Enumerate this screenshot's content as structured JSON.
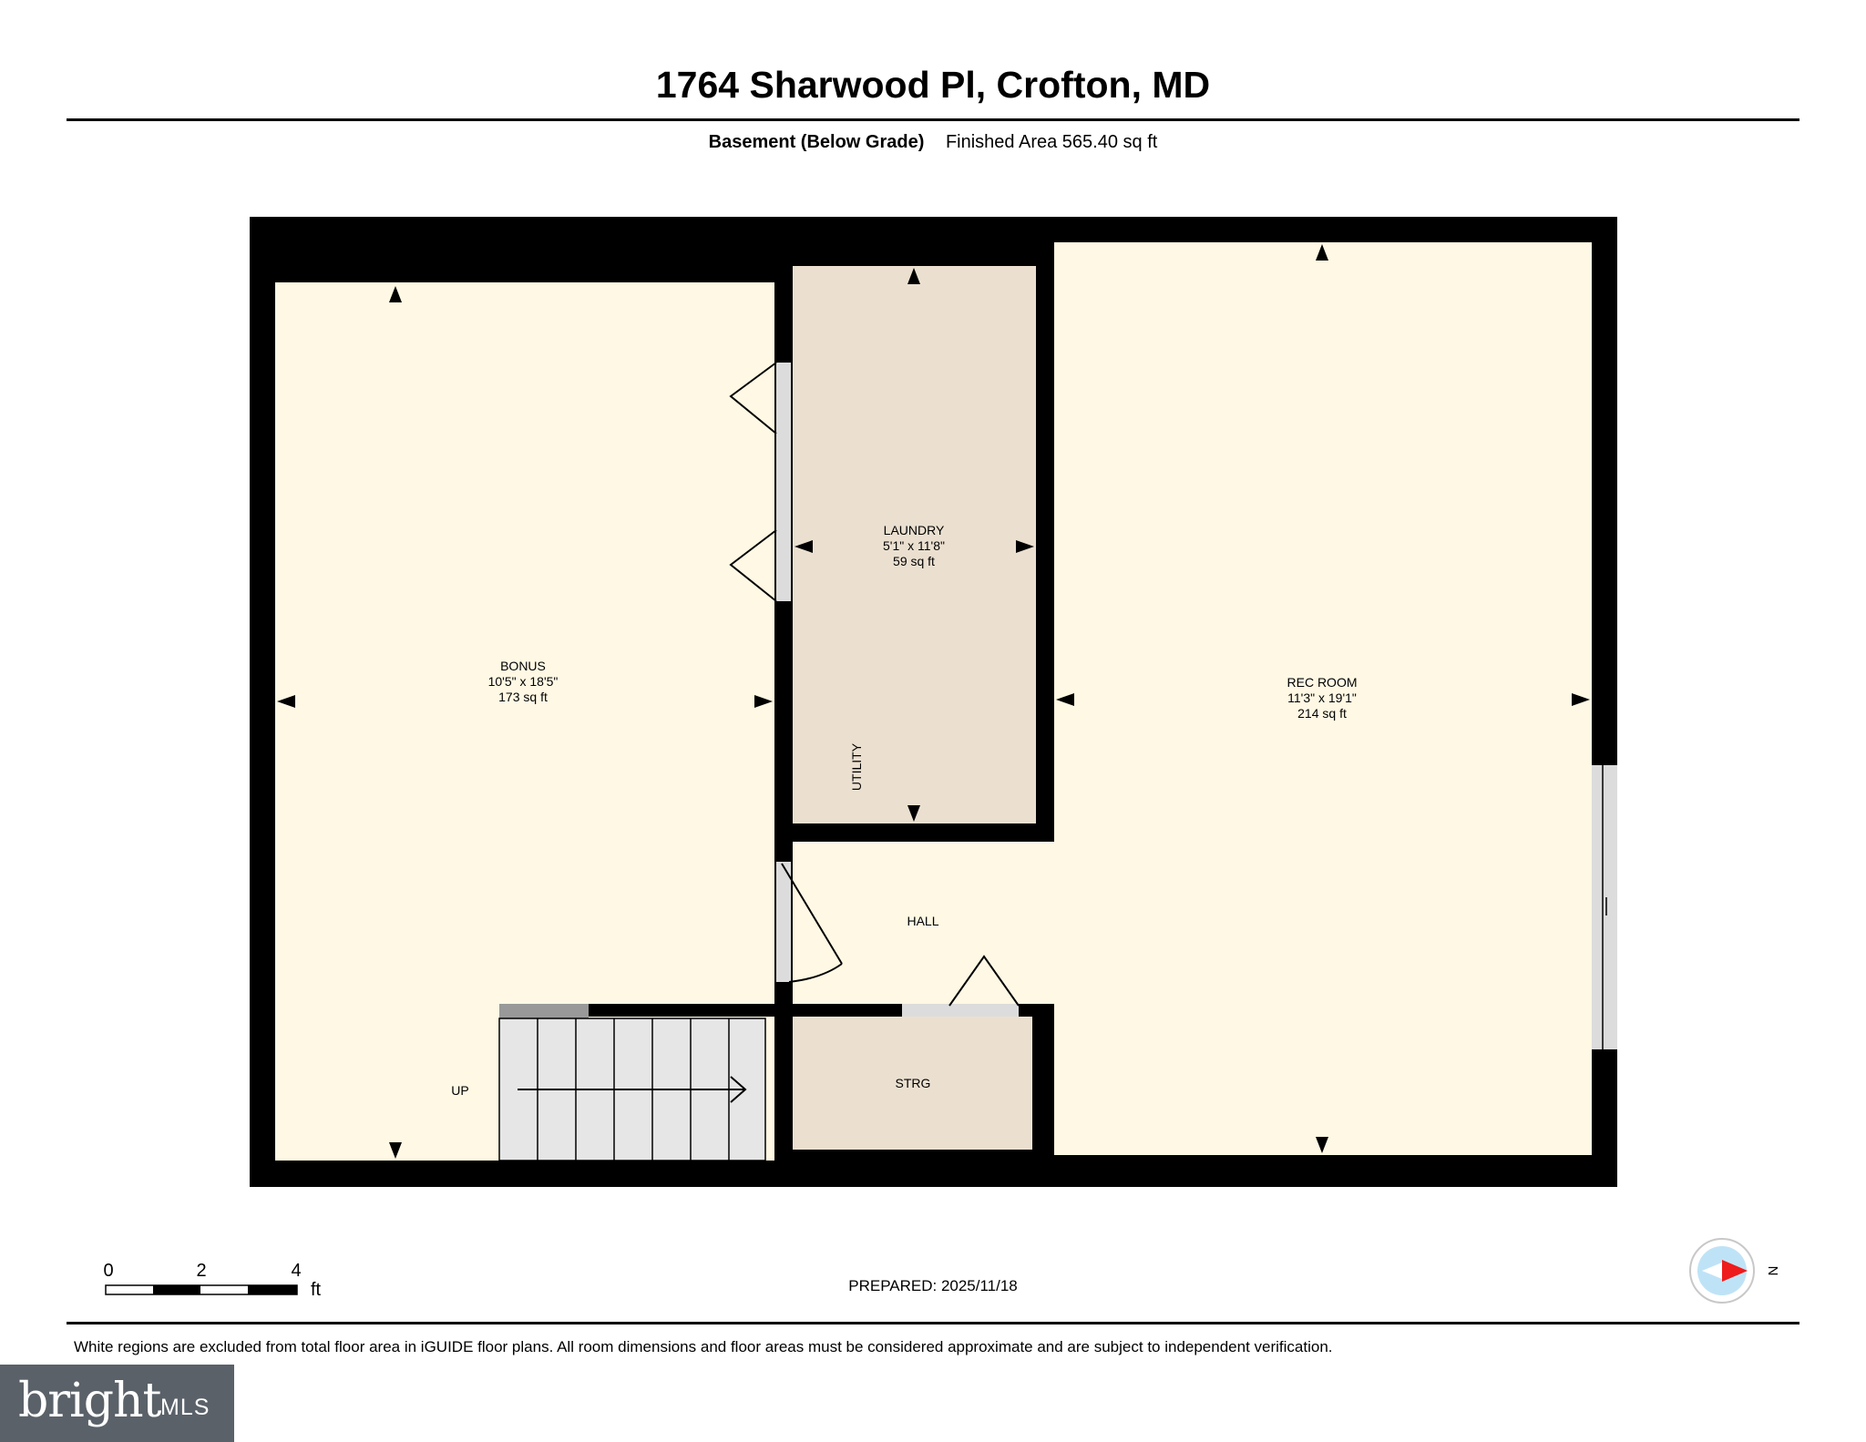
{
  "header": {
    "title": "1764 Sharwood Pl, Crofton, MD",
    "level": "Basement (Below Grade)",
    "finished_area": "Finished Area 565.40 sq ft"
  },
  "rooms": {
    "bonus": {
      "name": "BONUS",
      "dims": "10'5\" x 18'5\"",
      "area": "173 sq ft"
    },
    "laundry": {
      "name": "LAUNDRY",
      "dims": "5'1\" x 11'8\"",
      "area": "59 sq ft"
    },
    "rec_room": {
      "name": "REC ROOM",
      "dims": "11'3\" x 19'1\"",
      "area": "214 sq ft"
    },
    "hall": {
      "name": "HALL"
    },
    "strg": {
      "name": "STRG"
    },
    "utility": {
      "name": "UTILITY"
    },
    "stairs": {
      "name": "UP"
    }
  },
  "scale": {
    "ticks": [
      "0",
      "2",
      "4"
    ],
    "unit": "ft"
  },
  "compass": {
    "direction": "N"
  },
  "footer": {
    "prepared": "PREPARED: 2025/11/18",
    "disclaimer": "White regions are excluded from total floor area in iGUIDE floor plans. All room dimensions and floor areas must be considered approximate and are subject to independent verification."
  },
  "branding": {
    "logo_main": "bright",
    "logo_suffix": "MLS"
  },
  "colors": {
    "room_fill": "#fef8e4",
    "utility_fill": "#ebe0d0",
    "wall": "#000000",
    "stairs_fill": "#e6e6e6"
  }
}
